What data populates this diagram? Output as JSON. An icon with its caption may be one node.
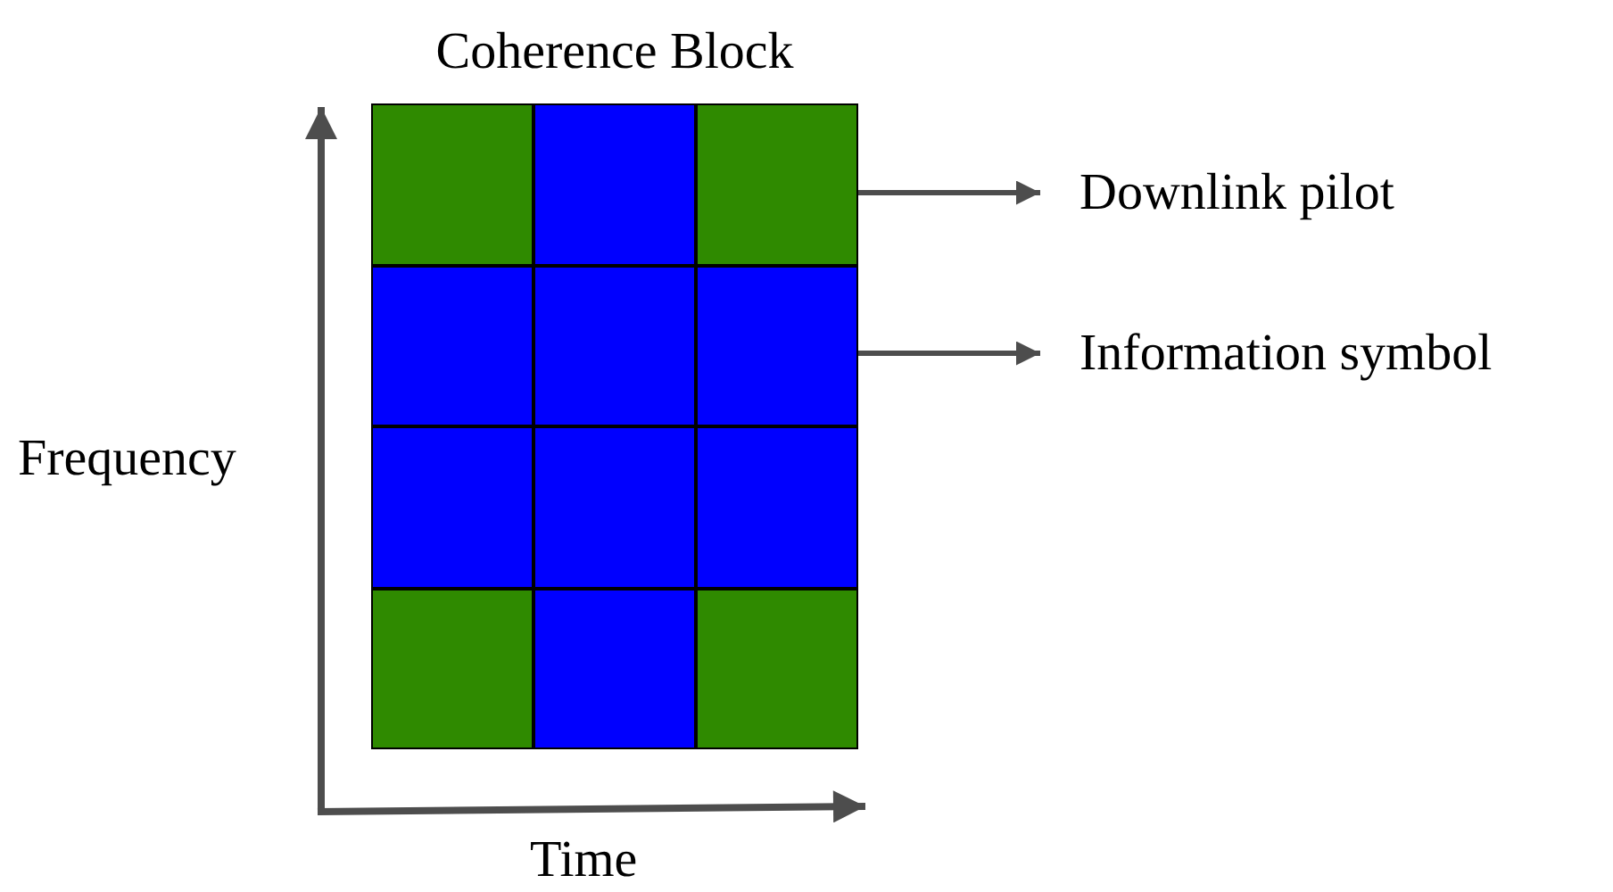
{
  "diagram": {
    "nodes": [
      {
        "text": [
          "Coherence Block"
        ]
      },
      {
        "text": [],
        "shape": "box",
        "in": 0
      },
      {
        "text": [],
        "shape": "box",
        "in": 0
      },
      {
        "text": [],
        "shape": "box",
        "in": 0
      },
      {
        "text": [],
        "shape": "box",
        "in": 0
      },
      {
        "text": [],
        "shape": "box",
        "in": 0
      },
      {
        "text": [],
        "shape": "box",
        "in": 0
      },
      {
        "text": [],
        "shape": "box",
        "in": 0
      },
      {
        "text": [],
        "shape": "box",
        "in": 0
      },
      {
        "text": [],
        "shape": "box",
        "in": 0
      },
      {
        "text": [],
        "shape": "box",
        "in": 0
      },
      {
        "text": [],
        "shape": "box",
        "in": 0
      },
      {
        "text": [],
        "shape": "box",
        "in": 0
      },
      {
        "text": [
          "Downlink pilot"
        ]
      },
      {
        "text": [
          "Information symbol"
        ]
      }
    ],
    "edges": [
      {
        "from": 3,
        "to": 13,
        "arrow": "to"
      },
      {
        "from": 6,
        "to": 14,
        "arrow": "to"
      }
    ],
    "labels": [
      "Frequency",
      "Time"
    ]
  }
}
